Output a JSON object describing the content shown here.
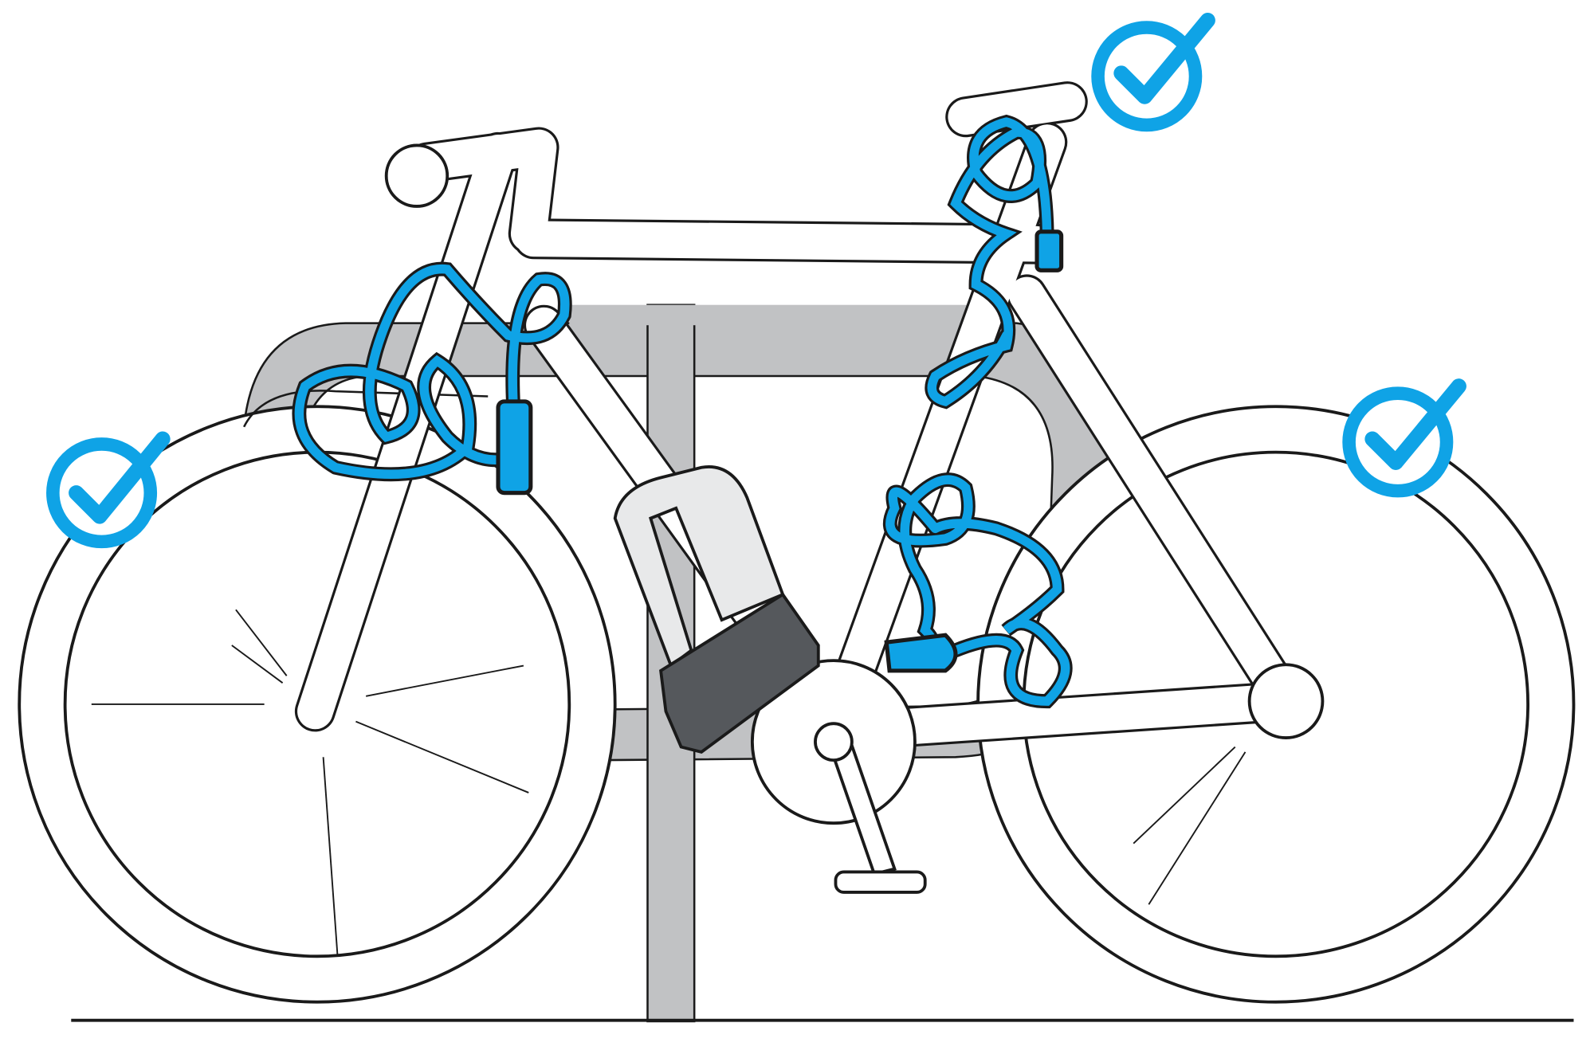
{
  "illustration": {
    "subject": "bicycle-locked-to-rack",
    "icons": [
      "check-circle-icon-front-wheel",
      "check-circle-icon-saddle",
      "check-circle-icon-rear-wheel",
      "u-lock-icon",
      "cable-lock-icon"
    ]
  },
  "colors": {
    "accent_blue": "#0fa3e6",
    "rack_grey": "#c1c2c4",
    "lock_dark": "#55585c",
    "outline": "#1a1a1a",
    "background": "#ffffff"
  }
}
